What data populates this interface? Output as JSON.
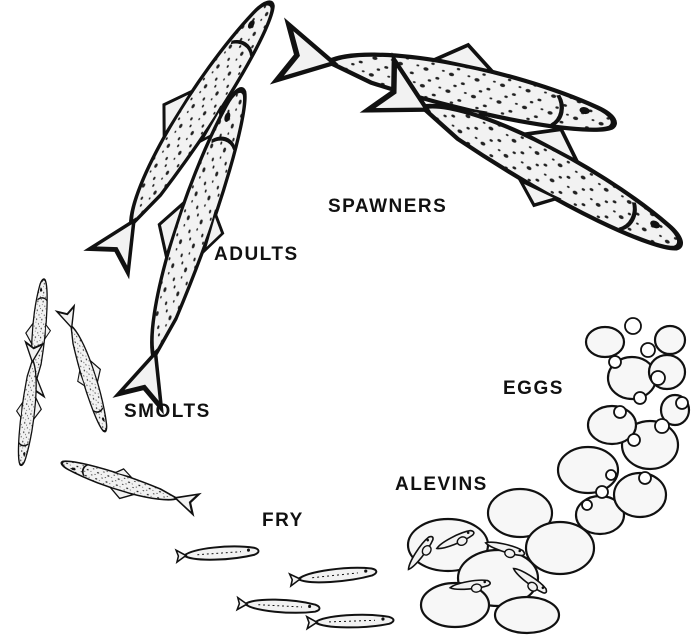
{
  "diagram": {
    "stages": {
      "spawners": "SPAWNERS",
      "adults": "ADULTS",
      "smolts": "SMOLTS",
      "eggs": "EGGS",
      "alevins": "ALEVINS",
      "fry": "FRY"
    },
    "colors": {
      "ink": "#111111",
      "fish_body": "#f2f2f2",
      "background": "#ffffff"
    }
  }
}
